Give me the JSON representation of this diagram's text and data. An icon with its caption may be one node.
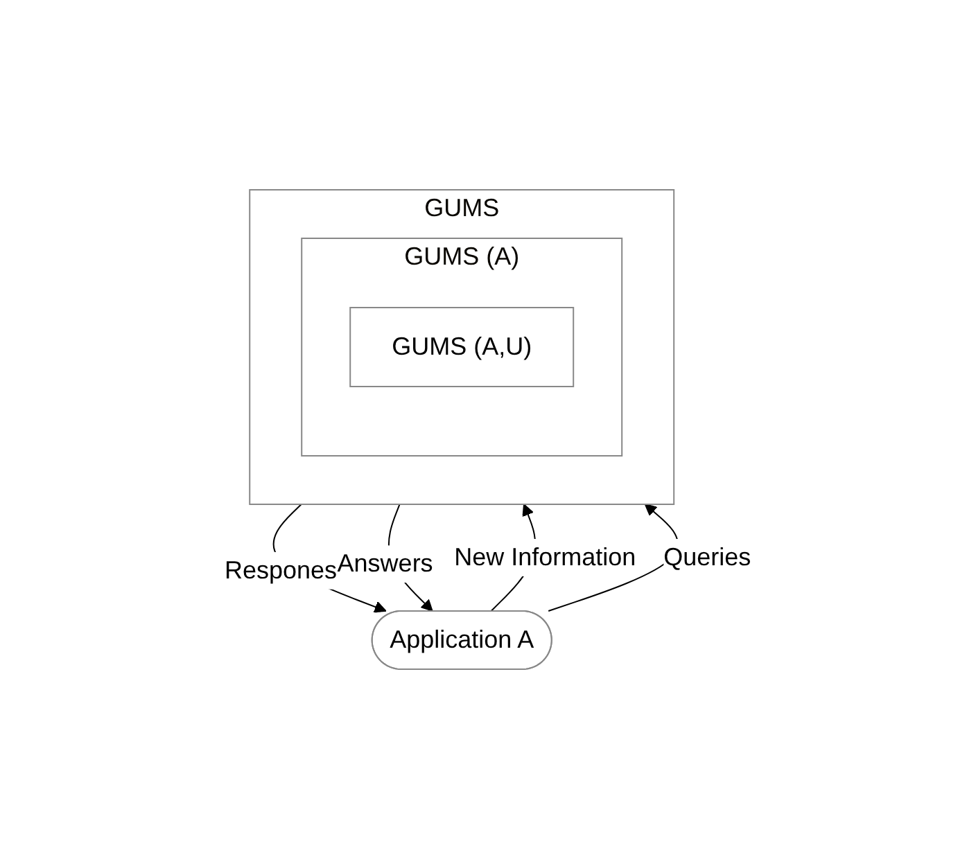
{
  "diagram": {
    "nodes": [
      {
        "text": [
          "GUMS"
        ]
      },
      {
        "text": [
          "GUMS (A)"
        ],
        "in": 0
      },
      {
        "text": [
          "GUMS (A,U)"
        ],
        "in": 1
      },
      {
        "text": [
          "Application A"
        ]
      }
    ],
    "edges": [
      {
        "from": 0,
        "to": 3,
        "arrow": "to",
        "label": "Respones"
      },
      {
        "from": 3,
        "to": 0,
        "arrow": "to",
        "label": "New Information"
      },
      {
        "from": 0,
        "to": 3,
        "arrow": "to",
        "label": "Answers"
      },
      {
        "from": 3,
        "to": 0,
        "arrow": "to",
        "label": "Queries"
      }
    ]
  }
}
